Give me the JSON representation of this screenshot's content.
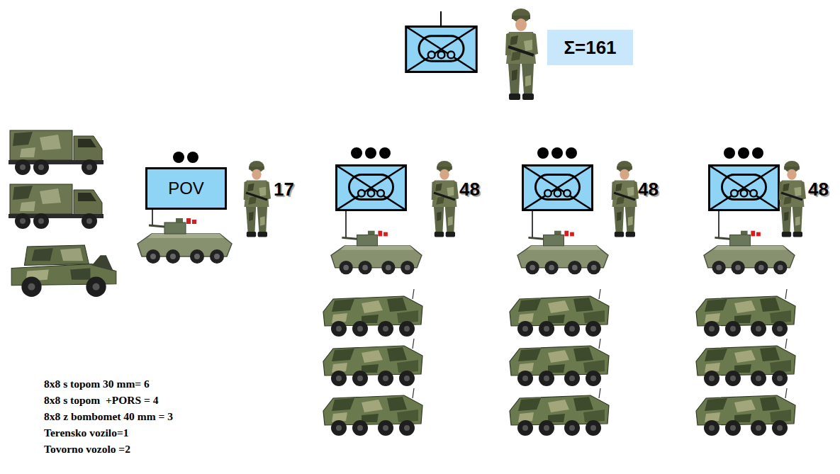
{
  "diagram": {
    "nodes": [
      {
        "text": [
          "Σ=161"
        ]
      },
      {
        "text": [
          "POV"
        ]
      }
    ],
    "labels": [
      "17",
      "48",
      "48",
      "48",
      "8x8 s topom 30 mm= 6",
      "8x8 s topom  +PORS = 4",
      "8x8 z bombomet 40 mm = 3",
      "Terensko vozilo=1",
      "Tovorno vozolo =2"
    ]
  }
}
